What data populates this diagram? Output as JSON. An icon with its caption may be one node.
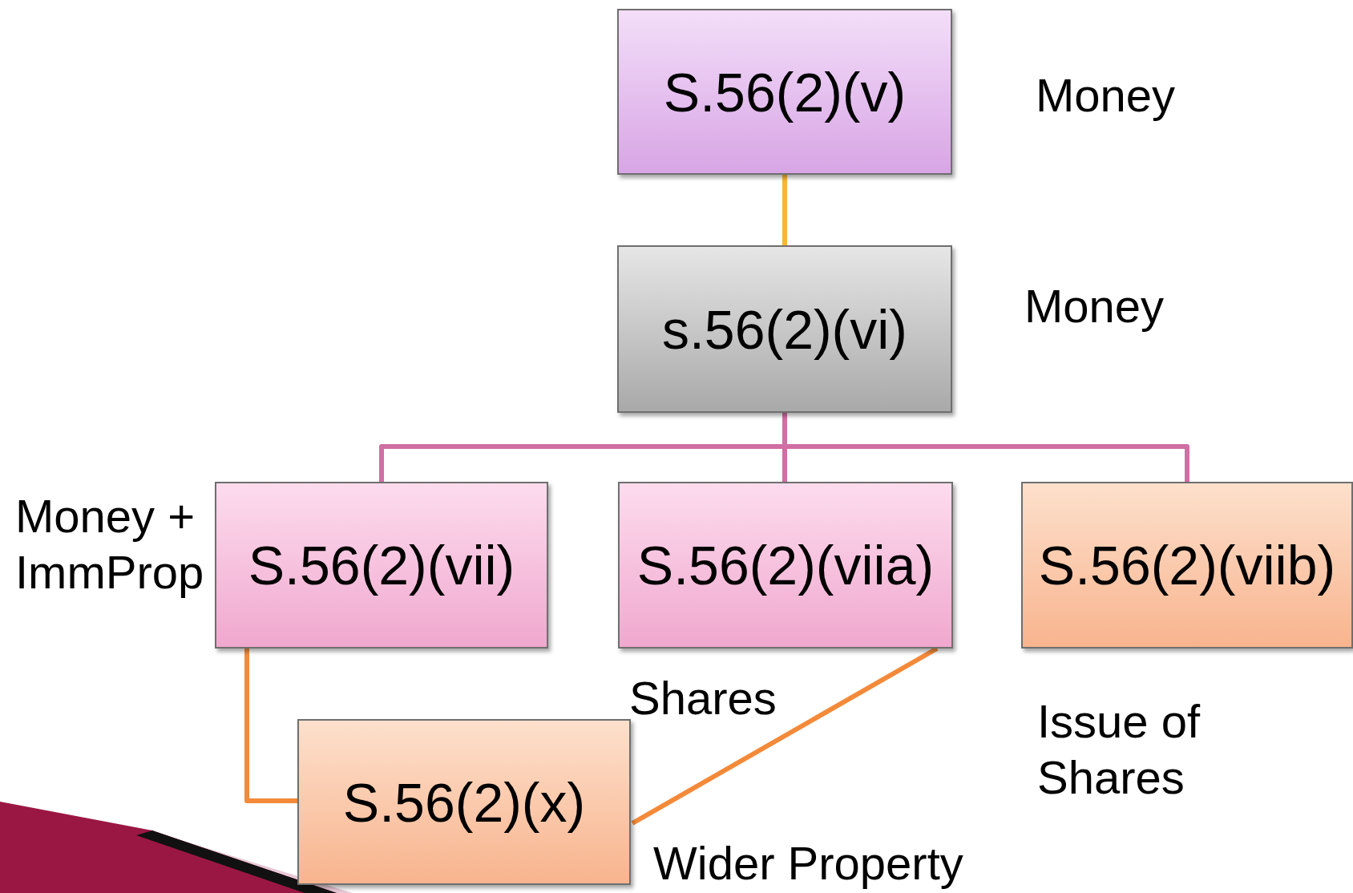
{
  "diagram": {
    "nodes": [
      {
        "text": [
          "S.56(2)(v)"
        ],
        "beside": [
          "Money"
        ]
      },
      {
        "text": [
          "s.56(2)(vi)"
        ],
        "beside": [
          "Money"
        ]
      },
      {
        "text": [
          "S.56(2)(vii)"
        ],
        "beside": [
          "Money + ImmProp"
        ]
      },
      {
        "text": [
          "S.56(2)(viia)"
        ]
      },
      {
        "text": [
          "S.56(2)(viib)"
        ],
        "beside": [
          "Issue of Shares"
        ]
      },
      {
        "text": [
          "S.56(2)(x)"
        ],
        "beside": [
          "Wider Property"
        ]
      }
    ],
    "edges": [
      {
        "from": 0,
        "to": 1,
        "arrow": "none",
        "color": "#f7b733"
      },
      {
        "from": 1,
        "to": 2,
        "arrow": "none"
      },
      {
        "from": 1,
        "to": 3,
        "arrow": "none"
      },
      {
        "from": 1,
        "to": 4,
        "arrow": "none"
      },
      {
        "from": 2,
        "to": 5,
        "arrow": "none",
        "color": "#f38a3a"
      },
      {
        "from": 5,
        "to": 3,
        "arrow": "none",
        "color": "#f38a3a"
      }
    ],
    "labels": [
      "Shares"
    ]
  }
}
